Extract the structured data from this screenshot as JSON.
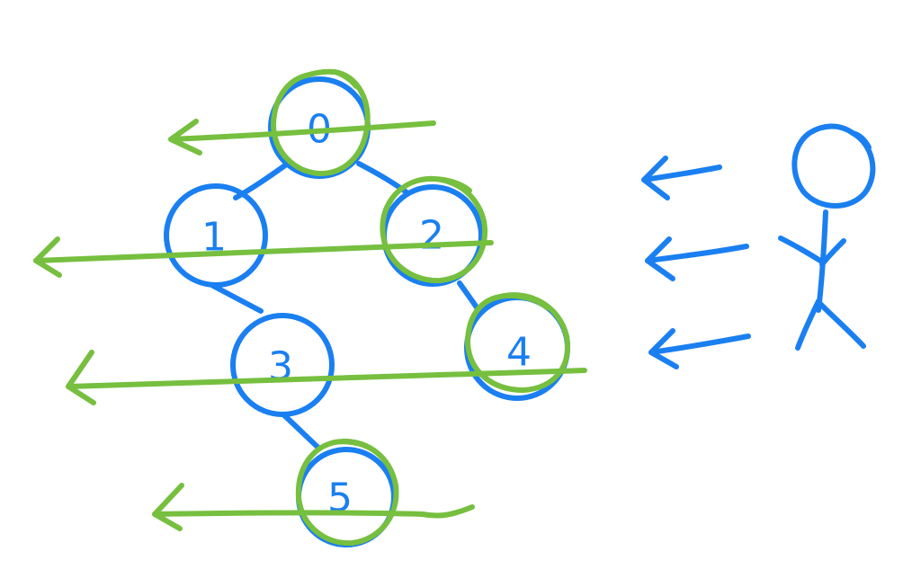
{
  "tree": {
    "nodes": [
      {
        "id": "node-0",
        "label": "0"
      },
      {
        "id": "node-1",
        "label": "1"
      },
      {
        "id": "node-2",
        "label": "2"
      },
      {
        "id": "node-3",
        "label": "3"
      },
      {
        "id": "node-4",
        "label": "4"
      },
      {
        "id": "node-5",
        "label": "5"
      }
    ],
    "edges": [
      [
        "0",
        "1"
      ],
      [
        "0",
        "2"
      ],
      [
        "1",
        "3"
      ],
      [
        "2",
        "4"
      ],
      [
        "3",
        "5"
      ]
    ],
    "highlighted": [
      "0",
      "2",
      "4",
      "5"
    ]
  },
  "colors": {
    "tree": "#1a7ff0",
    "highlight": "#76bf3f",
    "background": "#ffffff"
  },
  "icons": {
    "viewer": "stick-figure-icon",
    "view_direction": "left-arrow-icon",
    "level_scan": "left-arrow-icon"
  }
}
